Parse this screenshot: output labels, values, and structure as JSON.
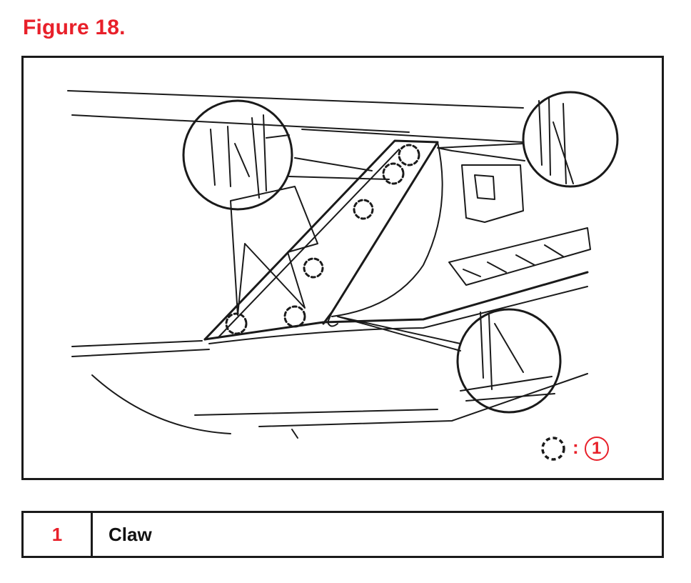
{
  "figure": {
    "title": "Figure 18.",
    "legend": {
      "icon": "dashed-circle-icon",
      "separator": ":",
      "ref_number": "1"
    },
    "accent_color": "#e8202a",
    "line_color": "#1a1a1a"
  },
  "legend_table": {
    "rows": [
      {
        "number": "1",
        "label": "Claw"
      }
    ]
  }
}
